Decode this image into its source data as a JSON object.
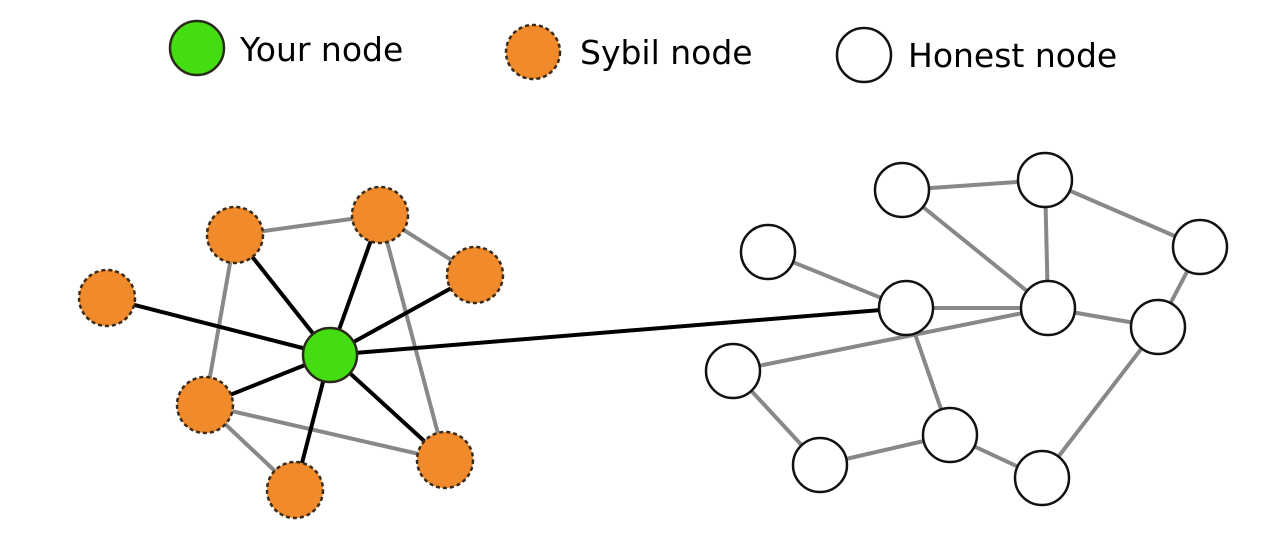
{
  "legend": [
    {
      "id": "you",
      "label": "Your node",
      "fill": "#44dd11",
      "dashed": false
    },
    {
      "id": "sybil",
      "label": "Sybil node",
      "fill": "#f08a2a",
      "dashed": true
    },
    {
      "id": "honest",
      "label": "Honest node",
      "fill": "#ffffff",
      "dashed": false
    }
  ],
  "colors": {
    "strong_edge": "#000000",
    "weak_edge": "#888888",
    "node_stroke": "#111111",
    "sybil_stroke": "#3a2a1a"
  },
  "nodes": [
    {
      "id": "you",
      "type": "you"
    },
    {
      "id": "sA",
      "type": "sybil"
    },
    {
      "id": "sB",
      "type": "sybil"
    },
    {
      "id": "sC",
      "type": "sybil"
    },
    {
      "id": "sD",
      "type": "sybil"
    },
    {
      "id": "sE",
      "type": "sybil"
    },
    {
      "id": "sF",
      "type": "sybil"
    },
    {
      "id": "sG",
      "type": "sybil"
    },
    {
      "id": "h1",
      "type": "honest"
    },
    {
      "id": "h2",
      "type": "honest"
    },
    {
      "id": "h3",
      "type": "honest"
    },
    {
      "id": "h4",
      "type": "honest"
    },
    {
      "id": "h5",
      "type": "honest"
    },
    {
      "id": "h6",
      "type": "honest"
    },
    {
      "id": "h7",
      "type": "honest"
    },
    {
      "id": "h8",
      "type": "honest"
    },
    {
      "id": "h9",
      "type": "honest"
    },
    {
      "id": "h10",
      "type": "honest"
    },
    {
      "id": "h11",
      "type": "honest"
    }
  ],
  "edges": [
    {
      "from": "sA",
      "to": "sB",
      "kind": "weak"
    },
    {
      "from": "sB",
      "to": "sC",
      "kind": "weak"
    },
    {
      "from": "sA",
      "to": "sE",
      "kind": "weak"
    },
    {
      "from": "sB",
      "to": "sG",
      "kind": "weak"
    },
    {
      "from": "sE",
      "to": "sG",
      "kind": "weak"
    },
    {
      "from": "sE",
      "to": "sF",
      "kind": "weak"
    },
    {
      "from": "you",
      "to": "sA",
      "kind": "strong"
    },
    {
      "from": "you",
      "to": "sB",
      "kind": "strong"
    },
    {
      "from": "you",
      "to": "sC",
      "kind": "strong"
    },
    {
      "from": "you",
      "to": "sD",
      "kind": "strong"
    },
    {
      "from": "you",
      "to": "sE",
      "kind": "strong"
    },
    {
      "from": "you",
      "to": "sF",
      "kind": "strong"
    },
    {
      "from": "you",
      "to": "sG",
      "kind": "strong"
    },
    {
      "from": "you",
      "to": "h5",
      "kind": "strong"
    },
    {
      "from": "h1",
      "to": "h2",
      "kind": "weak"
    },
    {
      "from": "h1",
      "to": "h6",
      "kind": "weak"
    },
    {
      "from": "h2",
      "to": "h6",
      "kind": "weak"
    },
    {
      "from": "h2",
      "to": "h3",
      "kind": "weak"
    },
    {
      "from": "h3",
      "to": "h7",
      "kind": "weak"
    },
    {
      "from": "h4",
      "to": "h5",
      "kind": "weak"
    },
    {
      "from": "h5",
      "to": "h6",
      "kind": "weak"
    },
    {
      "from": "h6",
      "to": "h7",
      "kind": "weak"
    },
    {
      "from": "h8",
      "to": "h6",
      "kind": "weak"
    },
    {
      "from": "h5",
      "to": "h9",
      "kind": "weak"
    },
    {
      "from": "h8",
      "to": "h10",
      "kind": "weak"
    },
    {
      "from": "h10",
      "to": "h9",
      "kind": "weak"
    },
    {
      "from": "h9",
      "to": "h11",
      "kind": "weak"
    },
    {
      "from": "h11",
      "to": "h7",
      "kind": "weak"
    }
  ]
}
